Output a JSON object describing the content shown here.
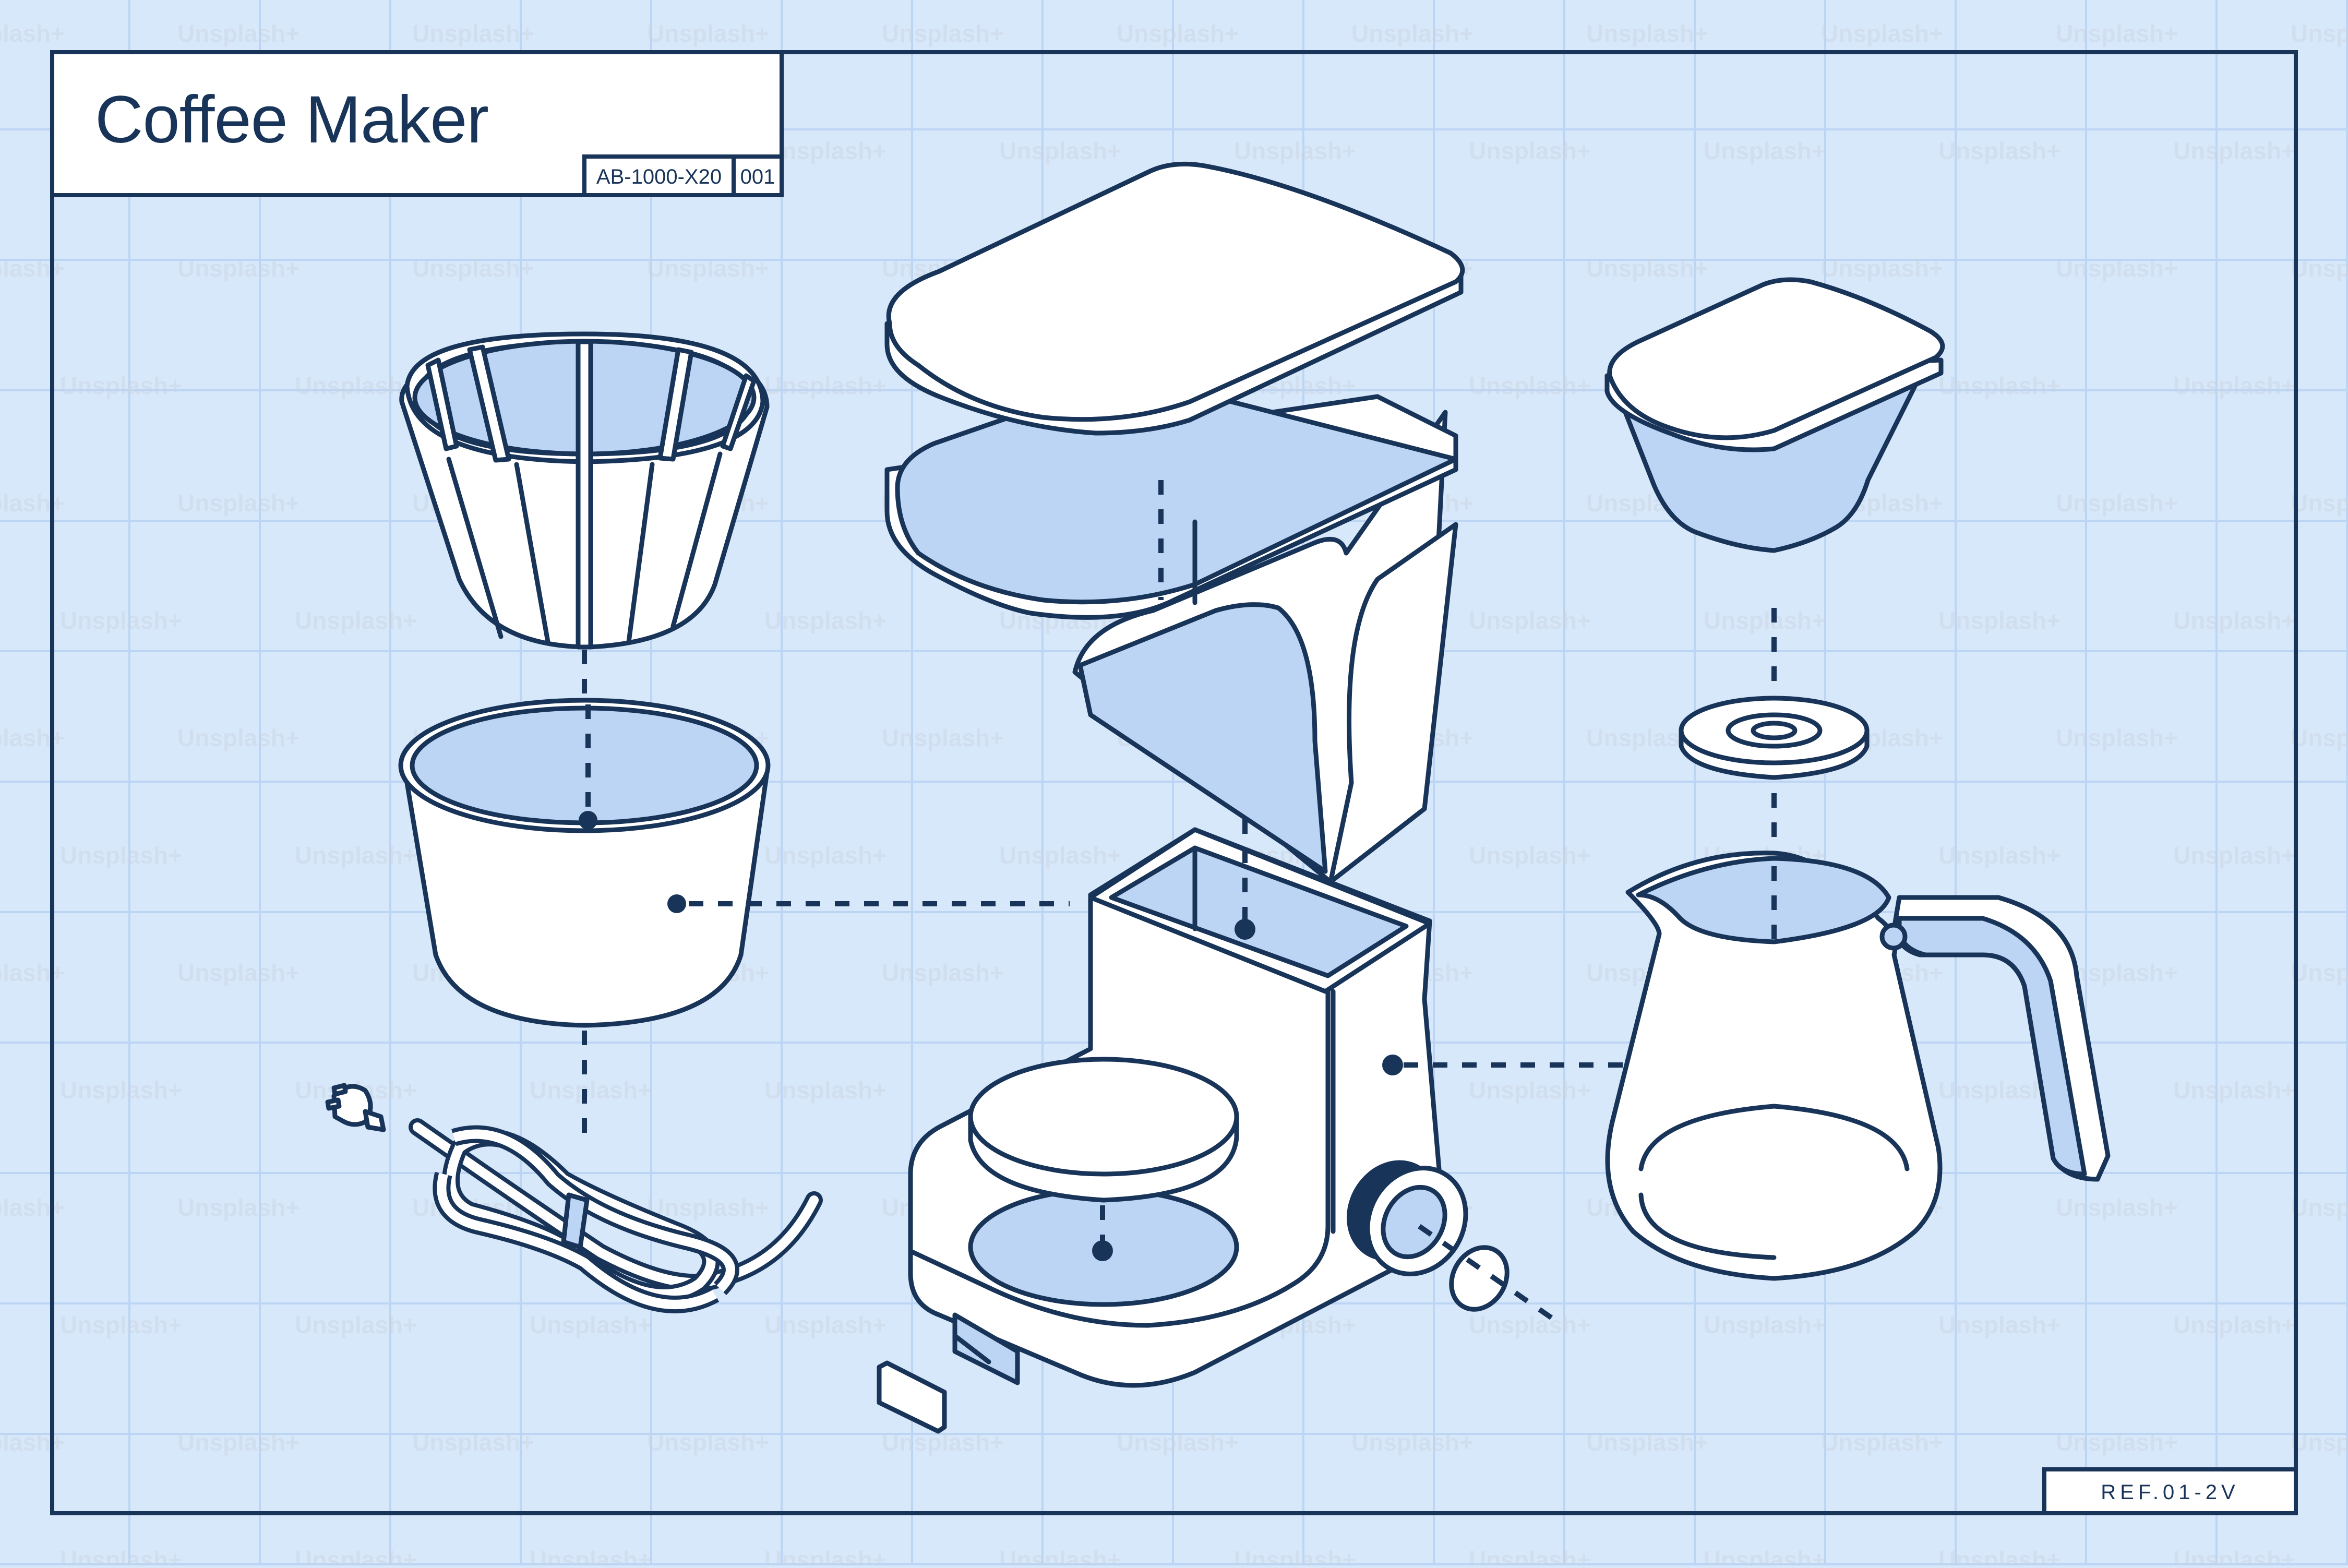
{
  "title_block": {
    "title": "Coffee Maker",
    "part_code": "AB-1000-X20",
    "sheet_number": "001"
  },
  "reference": {
    "label": "REF.01-2V"
  },
  "watermark": {
    "text": "Unsplash+"
  },
  "colors": {
    "background": "#d8e8fb",
    "grid_line": "#bcd5f4",
    "stroke": "#183459",
    "fill_white": "#ffffff",
    "fill_light_blue": "#bcd5f4"
  },
  "parts": [
    {
      "name": "filter-basket",
      "description": "Ribbed conical filter basket"
    },
    {
      "name": "brew-funnel",
      "description": "Conical brew funnel"
    },
    {
      "name": "power-cord",
      "description": "Coiled power cord with plug and tie strap"
    },
    {
      "name": "reservoir-lid",
      "description": "Water reservoir lid"
    },
    {
      "name": "water-reservoir",
      "description": "Water reservoir / upper housing"
    },
    {
      "name": "base-unit",
      "description": "Main base with warming plate and control knob"
    },
    {
      "name": "warming-plate",
      "description": "Round warming plate"
    },
    {
      "name": "control-knob",
      "description": "Control knob and cap"
    },
    {
      "name": "carafe-lid",
      "description": "Carafe lid"
    },
    {
      "name": "lid-gasket",
      "description": "Round lid gasket"
    },
    {
      "name": "glass-carafe",
      "description": "Glass carafe with handle"
    },
    {
      "name": "side-cover",
      "description": "Small rectangular side cover"
    }
  ]
}
